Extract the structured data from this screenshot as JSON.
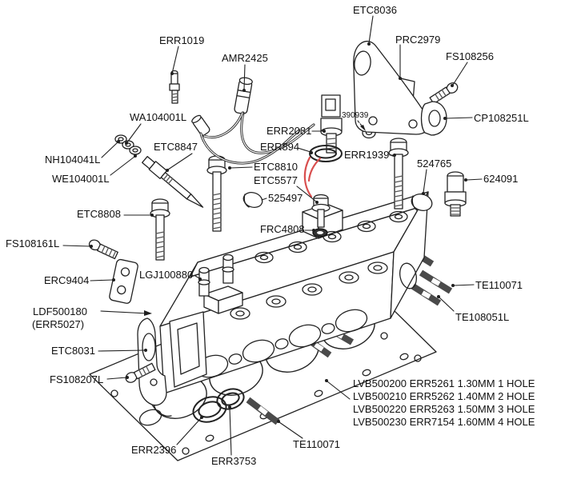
{
  "colors": {
    "line": "#1f1f1f",
    "accent_red": "#d94f4f",
    "background": "#ffffff"
  },
  "labels": {
    "etc8036": "ETC8036",
    "err1019": "ERR1019",
    "amr2425": "AMR2425",
    "prc2979": "PRC2979",
    "fs108256": "FS108256",
    "cp108251l": "CP108251L",
    "washer390939": "390939",
    "err2081": "ERR2081",
    "err894": "ERR894",
    "err1939": "ERR1939",
    "p524765": "524765",
    "p624091": "624091",
    "wa104001l": "WA104001L",
    "nh104041l": "NH104041L",
    "we104001l": "WE104001L",
    "etc8847": "ETC8847",
    "etc8810": "ETC8810",
    "etc5577": "ETC5577",
    "p525497": "525497",
    "frc4808": "FRC4808",
    "etc8808": "ETC8808",
    "fs108161l": "FS108161L",
    "erc9404": "ERC9404",
    "lgj100880": "LGJ100880",
    "ldf500180": "LDF500180",
    "err5027": "(ERR5027)",
    "etc8031": "ETC8031",
    "fs108207l": "FS108207L",
    "err2396": "ERR2396",
    "err3753": "ERR3753",
    "te110071_bottom": "TE110071",
    "te110071_right": "TE110071",
    "te108051l": "TE108051L"
  },
  "gasket_options": [
    "LVB500200 ERR5261 1.30MM 1 HOLE",
    "LVB500210 ERR5262 1.40MM 2 HOLE",
    "LVB500220 ERR5263 1.50MM 3 HOLE",
    "LVB500230 ERR7154 1.60MM 4 HOLE"
  ]
}
